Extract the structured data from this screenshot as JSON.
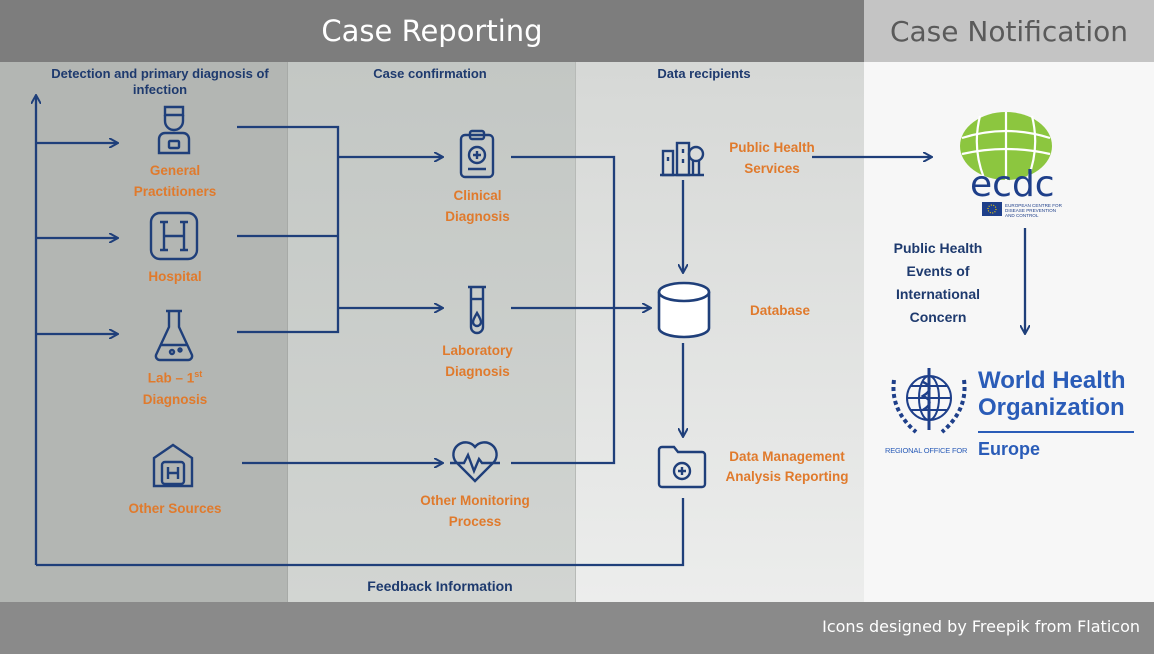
{
  "headers": {
    "case_reporting": "Case Reporting",
    "case_notification": "Case Notification"
  },
  "columns": {
    "detection": "Detection and primary diagnosis of infection",
    "confirmation": "Case confirmation",
    "recipients": "Data recipients"
  },
  "sources": [
    {
      "label": "General Practitioners",
      "icon": "doctor-icon"
    },
    {
      "label": "Hospital",
      "icon": "hospital-icon"
    },
    {
      "label_main": "Lab – 1",
      "label_sup": "st",
      "label_line2": "Diagnosis",
      "icon": "lab-flask-icon"
    },
    {
      "label": "Other Sources",
      "icon": "building-icon"
    }
  ],
  "confirmation": [
    {
      "label": "Clinical Diagnosis",
      "icon": "clipboard-icon"
    },
    {
      "label": "Laboratory Diagnosis",
      "icon": "test-tube-icon"
    },
    {
      "label": "Other Monitoring Process",
      "icon": "heartbeat-icon"
    }
  ],
  "recipients": [
    {
      "label": "Public Health Services",
      "icon": "city-icon"
    },
    {
      "label": "Database",
      "icon": "database-icon"
    },
    {
      "label": "Data Management Analysis Reporting",
      "icon": "folder-icon"
    }
  ],
  "notification": {
    "ecdc_logo_text": "ecdc",
    "ecdc_tagline": "EUROPEAN CENTRE FOR DISEASE PREVENTION AND CONTROL",
    "events_label": "Public Health Events of International Concern",
    "who_line1": "World Health",
    "who_line2": "Organization",
    "who_regional": "REGIONAL OFFICE FOR",
    "who_europe": "Europe"
  },
  "feedback_label": "Feedback Information",
  "footer_credit": "Icons designed by Freepik from Flaticon",
  "colors": {
    "header_dark": "#7d7d7d",
    "header_light": "#c4c4c4",
    "footer": "#8a8a8a",
    "navy": "#1e3a6e",
    "orange": "#e07a2c",
    "line_blue": "#1f3f7a"
  }
}
